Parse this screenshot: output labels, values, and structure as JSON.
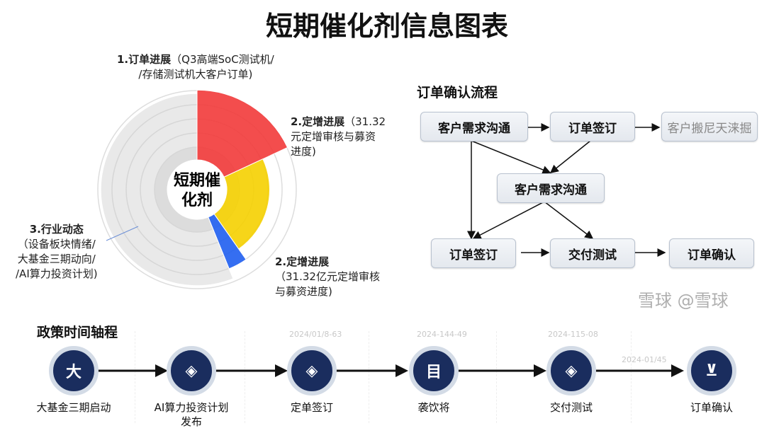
{
  "title": "短期催化剂信息图表",
  "chart_data": {
    "type": "radial-bar",
    "center_label": [
      "短期催",
      "化剂"
    ],
    "segments": [
      {
        "name": "订单进展",
        "color": "#f23a3a",
        "value": 100
      },
      {
        "name": "定增进展",
        "color": "#f5d000",
        "value": 62
      },
      {
        "name": "定增进展",
        "color": "#1f5ef0",
        "value": 80
      },
      {
        "name": "行业动态",
        "color": "#cfcfcf",
        "value": 95
      }
    ],
    "rings": 5
  },
  "labels": {
    "l1": {
      "head": "1.订单进展",
      "body1": "（Q3高端SoC测试机/",
      "body2": "/存储测试机大客户订单)"
    },
    "l2": {
      "head": "2.定增进展",
      "body1": "（31.32",
      "body2": "元定增审核与募资",
      "body3": "进度)"
    },
    "l3": {
      "head": "2.定增进展",
      "body1": "（31.32亿元定增审核",
      "body2": "与募资进度)"
    },
    "l4": {
      "head": "3.行业动态",
      "body1": "（设备板块情绪/",
      "body2": "大基金三期动向/",
      "body3": "/AI算力投资计划)"
    }
  },
  "flow": {
    "title": "订单确认流程",
    "boxes": [
      "客户需求沟通",
      "订单签订",
      "客户搬尼天涞掘",
      "客户需求沟通",
      "订单签订",
      "交付测试",
      "订单确认"
    ]
  },
  "timeline": {
    "title": "政策时间轴程",
    "dates": [
      "2024/01/8-63",
      "2024-144-49",
      "2024-115-08",
      "2024-01/45"
    ],
    "nodes": [
      {
        "icon": "大",
        "label": "大基金三期启动"
      },
      {
        "icon": "◈",
        "label": "AI算力投资计划",
        "label2": "发布"
      },
      {
        "icon": "◈",
        "label": "定单签订"
      },
      {
        "icon": "目",
        "label": "袭饮将"
      },
      {
        "icon": "◈",
        "label": "交付测试"
      },
      {
        "icon": "⊻",
        "label": "订单确认"
      }
    ]
  },
  "watermark": "雪球 @雪球"
}
